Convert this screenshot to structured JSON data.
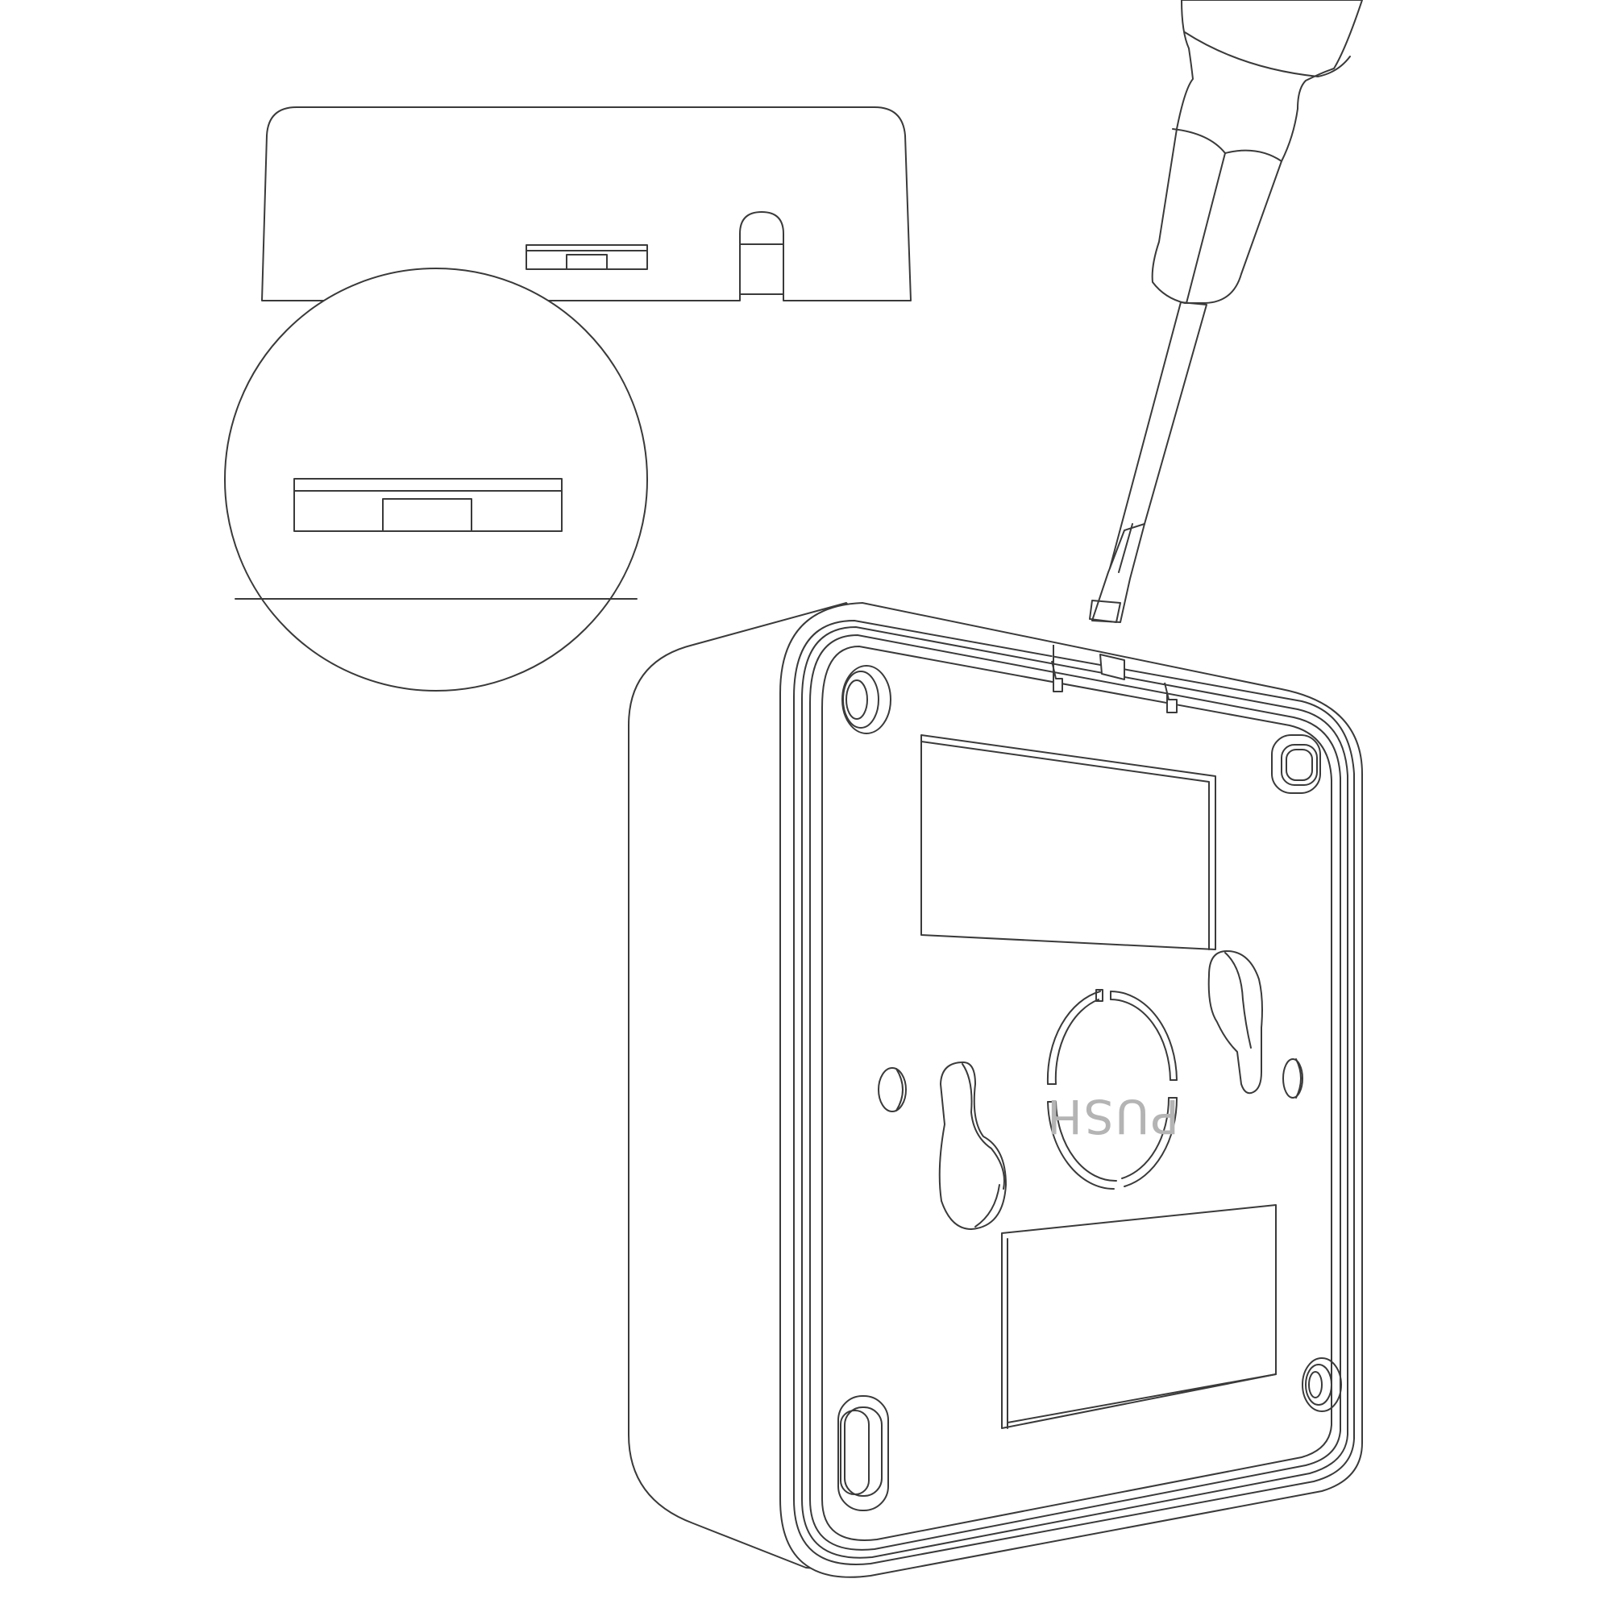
{
  "figure": {
    "type": "instruction-illustration",
    "step": "Insert flat-head screwdriver into release slot on top edge of the back plate to detach the device",
    "callout": {
      "description": "Magnified detail of release slot on top edge"
    },
    "device": {
      "push_label": "PUSH",
      "push_label_color": "#b4b4b4"
    },
    "tool": {
      "name": "flat-head screwdriver",
      "handle_color": "#dcdcdc",
      "tip_color": "#bdbdbd"
    },
    "colors": {
      "line": "#3a3a3a",
      "background": "#ffffff"
    }
  }
}
